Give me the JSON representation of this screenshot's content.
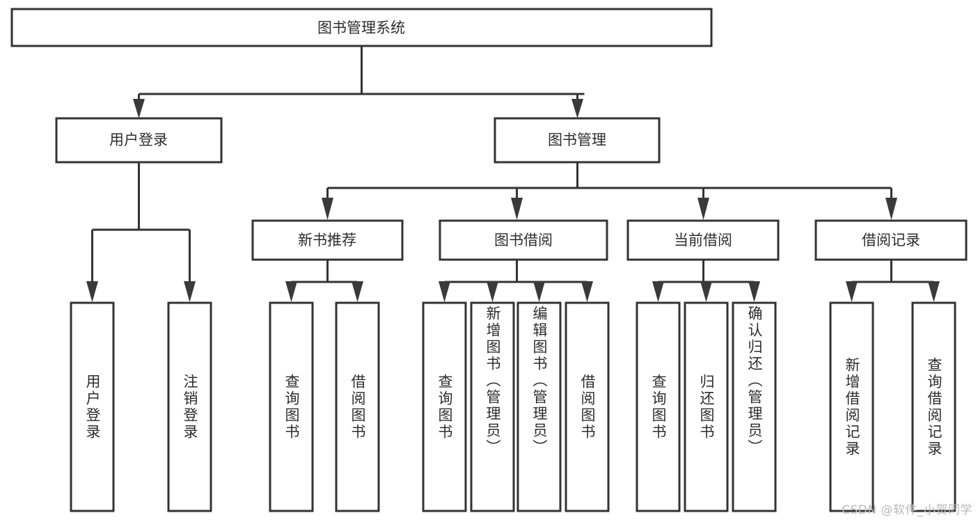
{
  "diagram": {
    "type": "tree-hierarchy-chart",
    "title": "图书管理系统",
    "watermark": "CSDN @软件_小贺同学",
    "colors": {
      "background": "#ffffff",
      "box_fill": "#ffffff",
      "box_stroke": "#333333",
      "text": "#2d2d2d",
      "arrow": "#3a3a3a",
      "watermark": "#b9b9b9"
    },
    "root": {
      "id": "root",
      "label": "图书管理系统",
      "orientation": "horizontal"
    },
    "level1": [
      {
        "id": "user-login",
        "label": "用户登录",
        "orientation": "horizontal"
      },
      {
        "id": "book-manage",
        "label": "图书管理",
        "orientation": "horizontal"
      }
    ],
    "level2": [
      {
        "id": "new-book-recommend",
        "label": "新书推荐",
        "parent": "book-manage",
        "orientation": "horizontal"
      },
      {
        "id": "book-borrow",
        "label": "图书借阅",
        "parent": "book-manage",
        "orientation": "horizontal"
      },
      {
        "id": "current-borrow",
        "label": "当前借阅",
        "parent": "book-manage",
        "orientation": "horizontal"
      },
      {
        "id": "borrow-record",
        "label": "借阅记录",
        "parent": "book-manage",
        "orientation": "horizontal"
      }
    ],
    "leaves": [
      {
        "id": "leaf-user-login",
        "label": "用户登录",
        "parent": "user-login",
        "orientation": "vertical"
      },
      {
        "id": "leaf-logout-login",
        "label": "注销登录",
        "parent": "user-login",
        "orientation": "vertical"
      },
      {
        "id": "leaf-query-book-1",
        "label": "查询图书",
        "parent": "new-book-recommend",
        "orientation": "vertical"
      },
      {
        "id": "leaf-borrow-book-1",
        "label": "借阅图书",
        "parent": "new-book-recommend",
        "orientation": "vertical"
      },
      {
        "id": "leaf-query-book-2",
        "label": "查询图书",
        "parent": "book-borrow",
        "orientation": "vertical"
      },
      {
        "id": "leaf-add-book",
        "label": "新增图书（管理员）",
        "parent": "book-borrow",
        "orientation": "vertical"
      },
      {
        "id": "leaf-edit-book",
        "label": "编辑图书（管理员）",
        "parent": "book-borrow",
        "orientation": "vertical"
      },
      {
        "id": "leaf-borrow-book-2",
        "label": "借阅图书",
        "parent": "book-borrow",
        "orientation": "vertical"
      },
      {
        "id": "leaf-query-book-3",
        "label": "查询图书",
        "parent": "current-borrow",
        "orientation": "vertical"
      },
      {
        "id": "leaf-return-book",
        "label": "归还图书",
        "parent": "current-borrow",
        "orientation": "vertical"
      },
      {
        "id": "leaf-confirm-return",
        "label": "确认归还（管理员）",
        "parent": "current-borrow",
        "orientation": "vertical"
      },
      {
        "id": "leaf-add-record",
        "label": "新增借阅记录",
        "parent": "borrow-record",
        "orientation": "vertical"
      },
      {
        "id": "leaf-query-record",
        "label": "查询借阅记录",
        "parent": "borrow-record",
        "orientation": "vertical"
      }
    ]
  }
}
